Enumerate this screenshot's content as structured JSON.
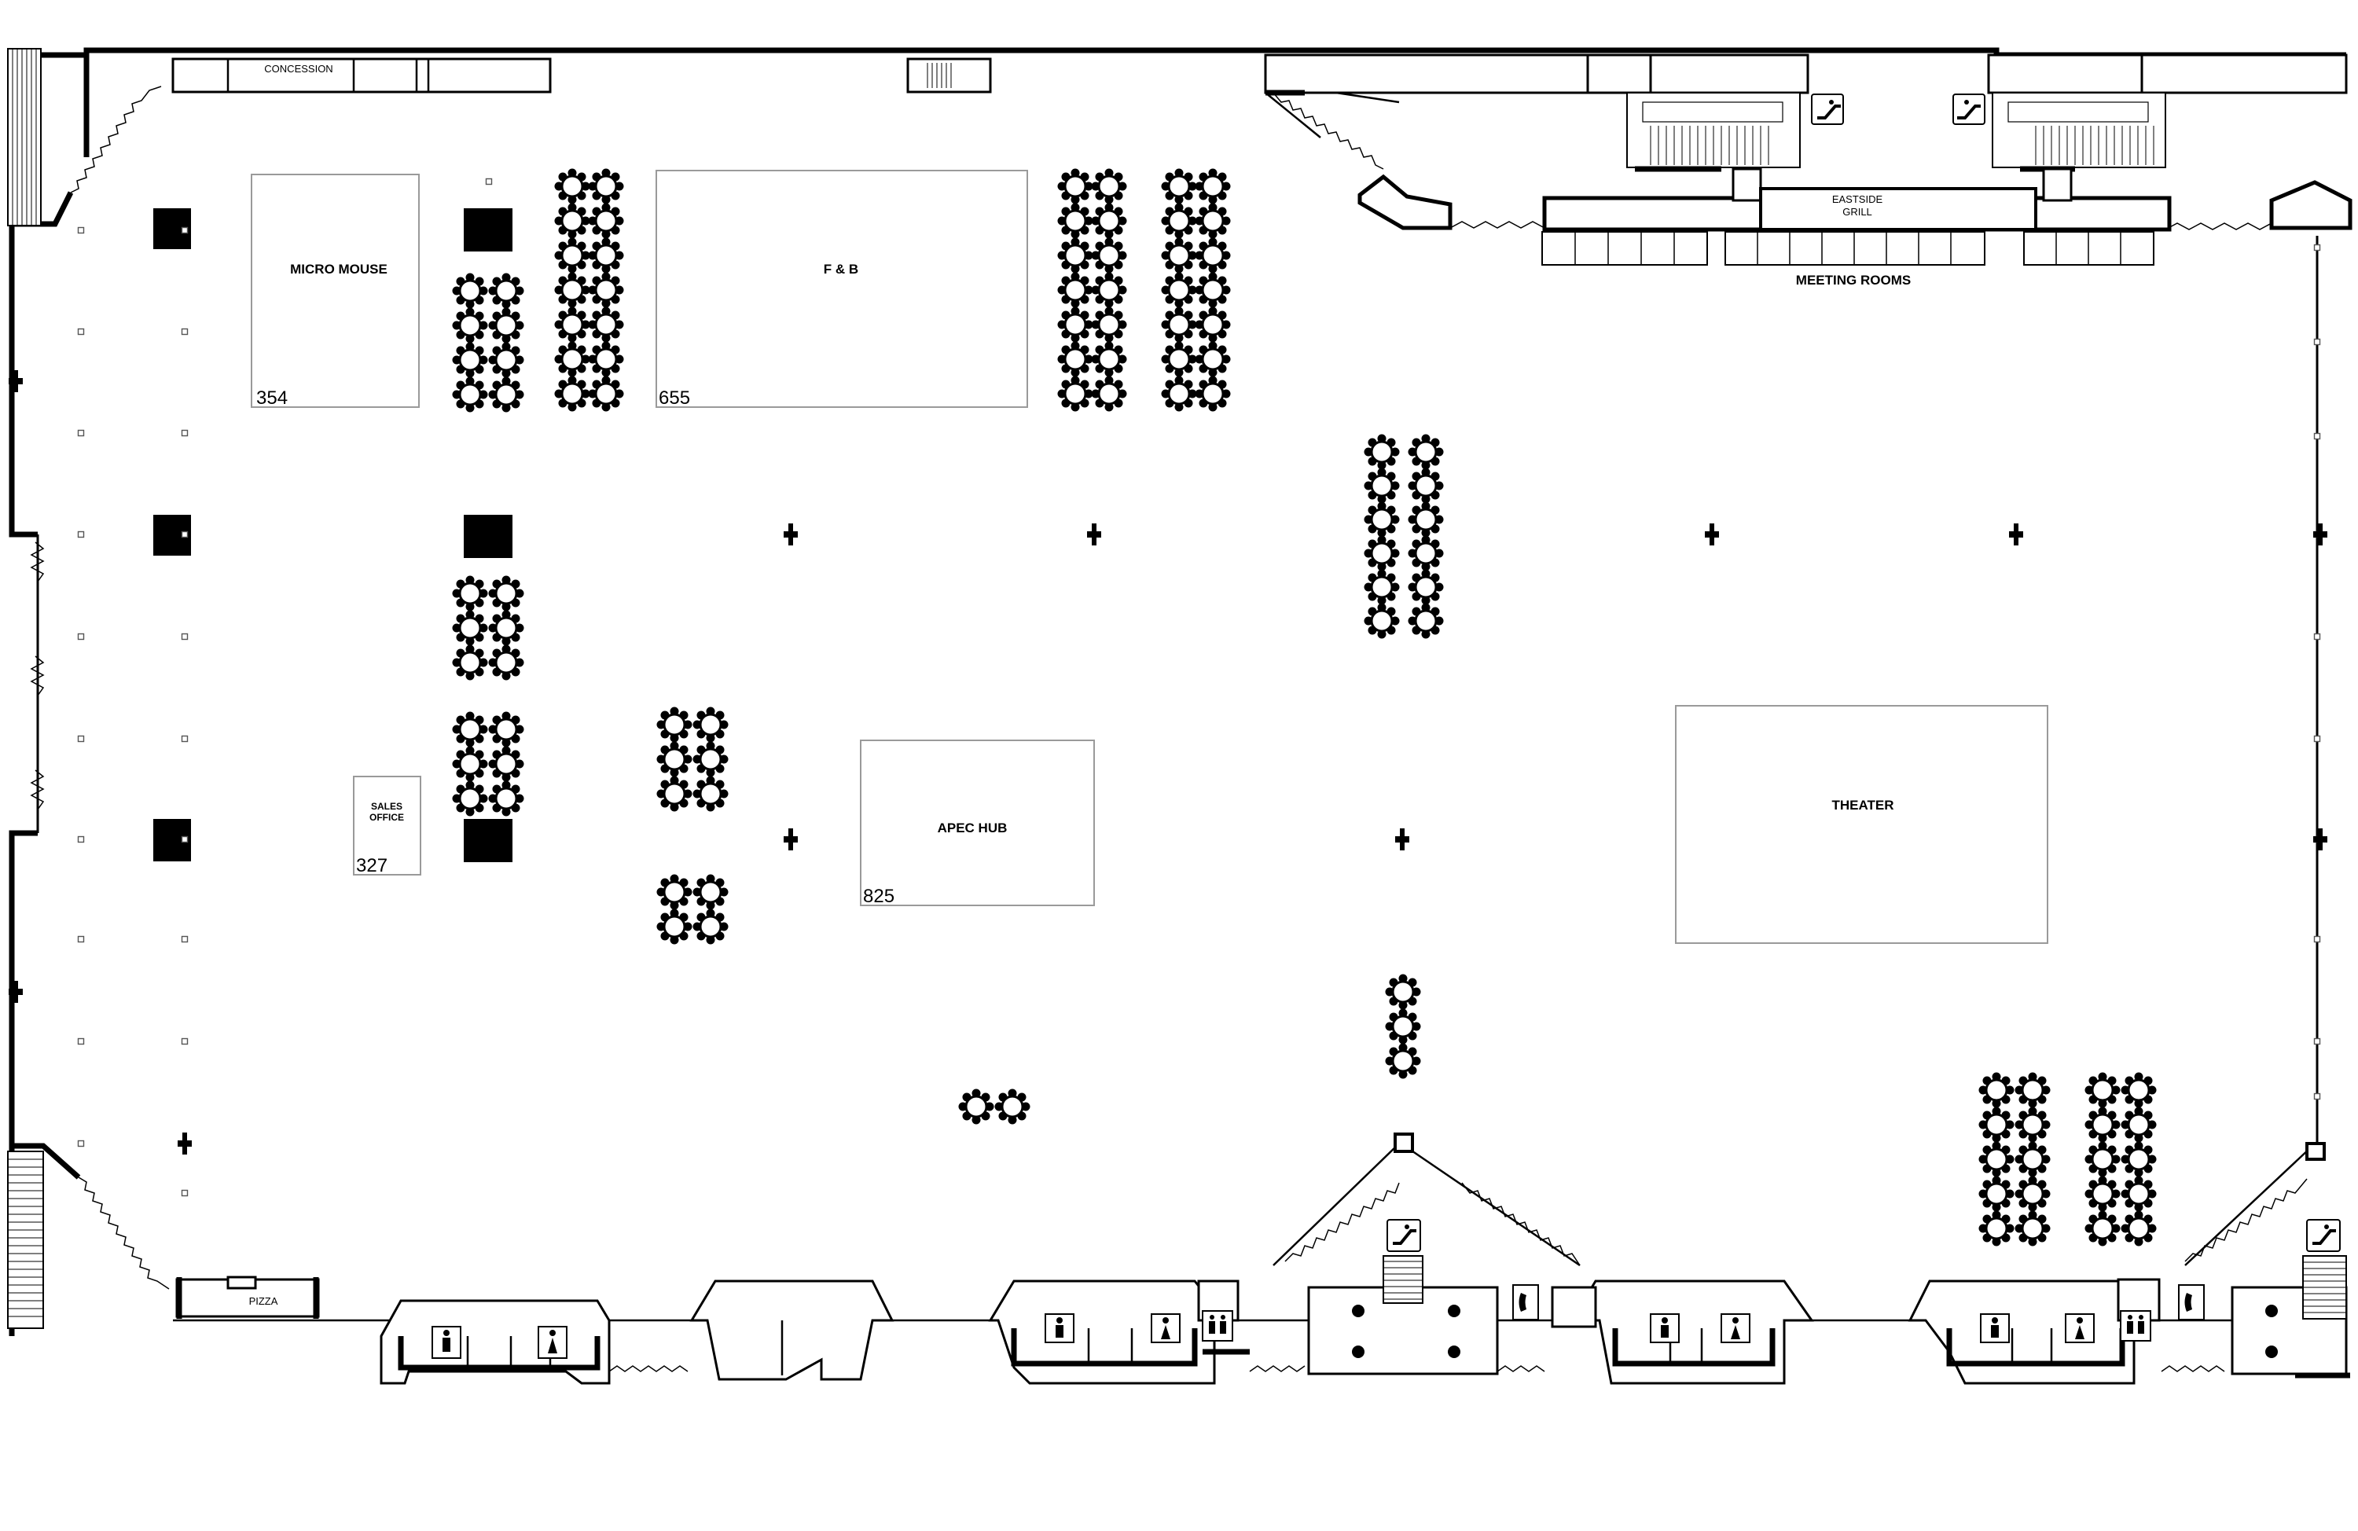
{
  "booths": [
    {
      "id": "micro-mouse",
      "label": "MICRO MOUSE",
      "number": "354"
    },
    {
      "id": "f-and-b",
      "label": "F & B",
      "number": "655"
    },
    {
      "id": "sales-office",
      "label_line1": "SALES",
      "label_line2": "OFFICE",
      "number": "327"
    },
    {
      "id": "apec-hub",
      "label": "APEC HUB",
      "number": "825"
    },
    {
      "id": "theater",
      "label": "THEATER",
      "number": ""
    }
  ],
  "rooms": {
    "concession": "CONCESSION",
    "eastside_grill_line1": "EASTSIDE",
    "eastside_grill_line2": "GRILL",
    "meeting_rooms": "MEETING ROOMS",
    "pizza": "PIZZA"
  },
  "icons": {
    "restroom": "restroom-icon",
    "elevator": "elevator-icon",
    "escalator": "escalator-icon",
    "telephone": "telephone-icon",
    "round_table": "round-table-icon",
    "column": "column-icon"
  },
  "colors": {
    "line": "#000000",
    "booth_outline": "#9a9a9a",
    "background": "#ffffff"
  }
}
